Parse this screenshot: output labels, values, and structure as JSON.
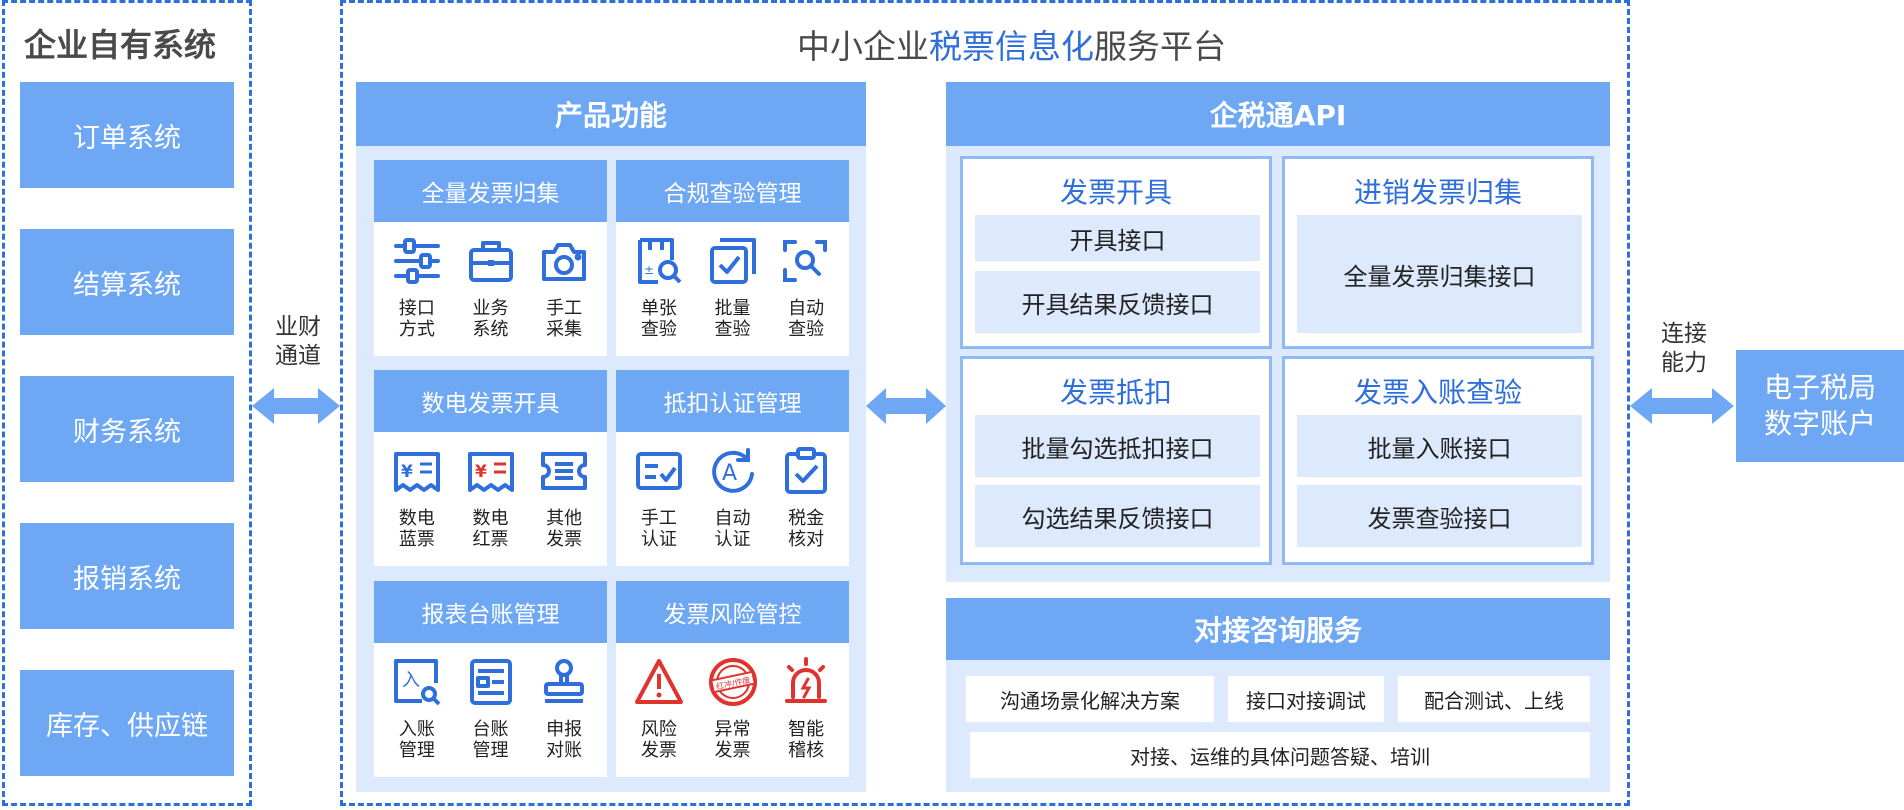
{
  "left": {
    "title": "企业自有系统",
    "systems": [
      "订单系统",
      "结算系统",
      "财务系统",
      "报销系统",
      "库存、供应链"
    ]
  },
  "connector_left": {
    "line1": "业财",
    "line2": "通道"
  },
  "platform": {
    "title_pre": "中小企业",
    "title_highlight": "税票信息化",
    "title_post": "服务平台"
  },
  "product": {
    "header": "产品功能",
    "cards": [
      {
        "title": "全量发票归集",
        "items": [
          {
            "l1": "接口",
            "l2": "方式",
            "icon": "sliders-icon"
          },
          {
            "l1": "业务",
            "l2": "系统",
            "icon": "briefcase-icon"
          },
          {
            "l1": "手工",
            "l2": "采集",
            "icon": "camera-icon"
          }
        ]
      },
      {
        "title": "合规查验管理",
        "items": [
          {
            "l1": "单张",
            "l2": "查验",
            "icon": "document-search-icon"
          },
          {
            "l1": "批量",
            "l2": "查验",
            "icon": "batch-check-icon"
          },
          {
            "l1": "自动",
            "l2": "查验",
            "icon": "scan-search-icon"
          }
        ]
      },
      {
        "title": "数电发票开具",
        "items": [
          {
            "l1": "数电",
            "l2": "蓝票",
            "icon": "blue-invoice-icon"
          },
          {
            "l1": "数电",
            "l2": "红票",
            "icon": "red-invoice-icon"
          },
          {
            "l1": "其他",
            "l2": "发票",
            "icon": "ticket-icon"
          }
        ]
      },
      {
        "title": "抵扣认证管理",
        "items": [
          {
            "l1": "手工",
            "l2": "认证",
            "icon": "manual-verify-icon"
          },
          {
            "l1": "自动",
            "l2": "认证",
            "icon": "auto-verify-icon"
          },
          {
            "l1": "税金",
            "l2": "核对",
            "icon": "clipboard-check-icon"
          }
        ]
      },
      {
        "title": "报表台账管理",
        "items": [
          {
            "l1": "入账",
            "l2": "管理",
            "icon": "entry-search-icon"
          },
          {
            "l1": "台账",
            "l2": "管理",
            "icon": "ledger-icon"
          },
          {
            "l1": "申报",
            "l2": "对账",
            "icon": "stamp-icon"
          }
        ]
      },
      {
        "title": "发票风险管控",
        "items": [
          {
            "l1": "风险",
            "l2": "发票",
            "icon": "warning-icon"
          },
          {
            "l1": "异常",
            "l2": "发票",
            "icon": "seal-icon",
            "seal_text": "红冲/作废"
          },
          {
            "l1": "智能",
            "l2": "稽核",
            "icon": "alarm-icon"
          }
        ]
      }
    ]
  },
  "api": {
    "header": "企税通API",
    "cards": [
      {
        "title": "发票开具",
        "items": [
          "开具接口",
          "开具结果反馈接口"
        ]
      },
      {
        "title": "进销发票归集",
        "items": [
          "全量发票归集接口"
        ]
      },
      {
        "title": "发票抵扣",
        "items": [
          "批量勾选抵扣接口",
          "勾选结果反馈接口"
        ]
      },
      {
        "title": "发票入账查验",
        "items": [
          "批量入账接口",
          "发票查验接口"
        ]
      }
    ]
  },
  "service": {
    "header": "对接咨询服务",
    "items": [
      "沟通场景化解决方案",
      "接口对接调试",
      "配合测试、上线",
      "对接、运维的具体问题答疑、培训"
    ]
  },
  "connector_right": {
    "line1": "连接",
    "line2": "能力"
  },
  "tax_bureau": {
    "line1": "电子税局",
    "line2": "数字账户"
  },
  "colors": {
    "accent": "#2f6fdc",
    "box": "#6ea8f5",
    "panel": "#dde9fc",
    "risk_red": "#e0332e"
  }
}
